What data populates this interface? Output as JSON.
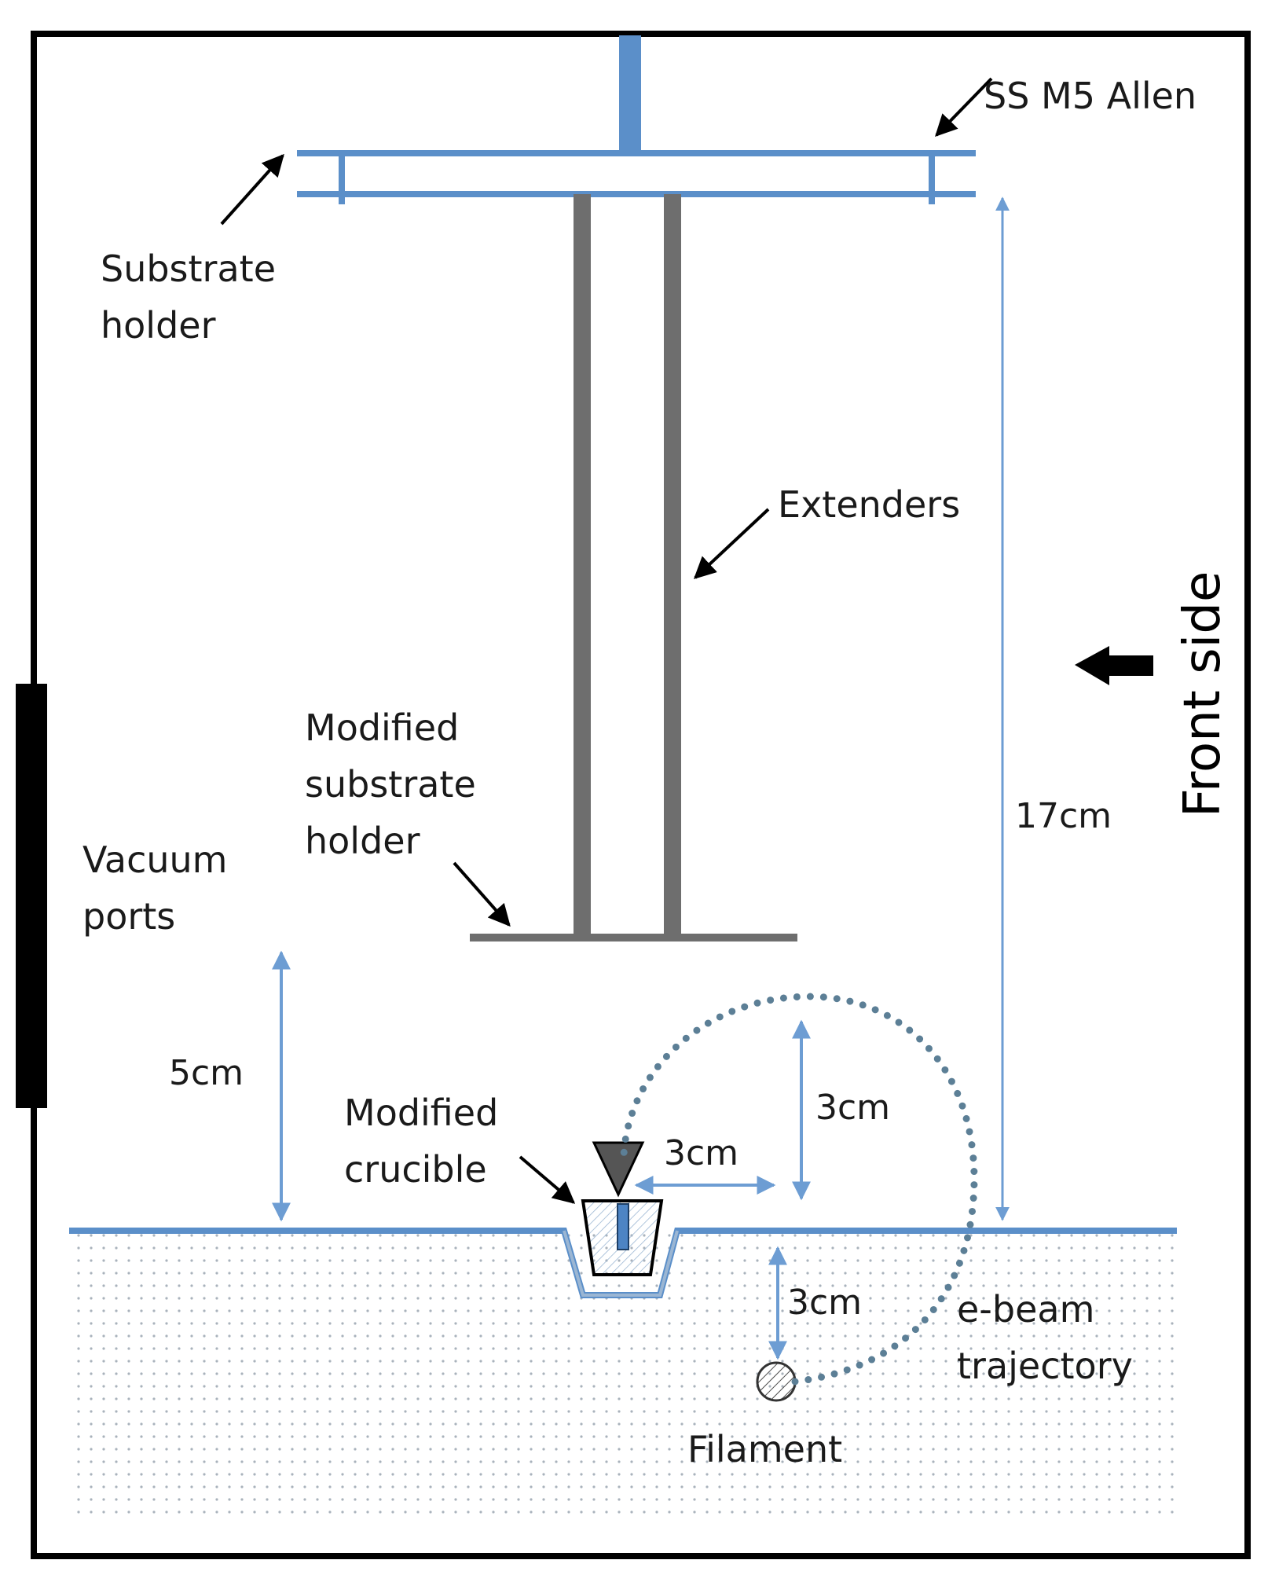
{
  "labels": {
    "ss_m5_allen": "SS M5  Allen",
    "substrate_holder_line1": "Substrate",
    "substrate_holder_line2": "holder",
    "extenders": "Extenders",
    "front_side": "Front side",
    "modified_substrate_line1": "Modified",
    "modified_substrate_line2": "substrate",
    "modified_substrate_line3": "holder",
    "vacuum_line1": "Vacuum",
    "vacuum_line2": "ports",
    "modified_crucible_line1": "Modified",
    "modified_crucible_line2": "crucible",
    "ebeam_line1": "e-beam",
    "ebeam_line2": "trajectory",
    "filament": "Filament"
  },
  "dimensions": {
    "dim_17cm": "17cm",
    "dim_5cm": "5cm",
    "dim_3cm_vertical_upper": "3cm",
    "dim_3cm_horizontal": "3cm",
    "dim_3cm_vertical_lower": "3cm"
  },
  "colors": {
    "chamber_outline": "#000000",
    "holder_blue": "#5b8fc9",
    "extender_gray": "#6e6e6e",
    "dimension_blue": "#6d9dd3",
    "beam_dots": "#5c7f96",
    "floor_dots": "#a9b2bc"
  }
}
